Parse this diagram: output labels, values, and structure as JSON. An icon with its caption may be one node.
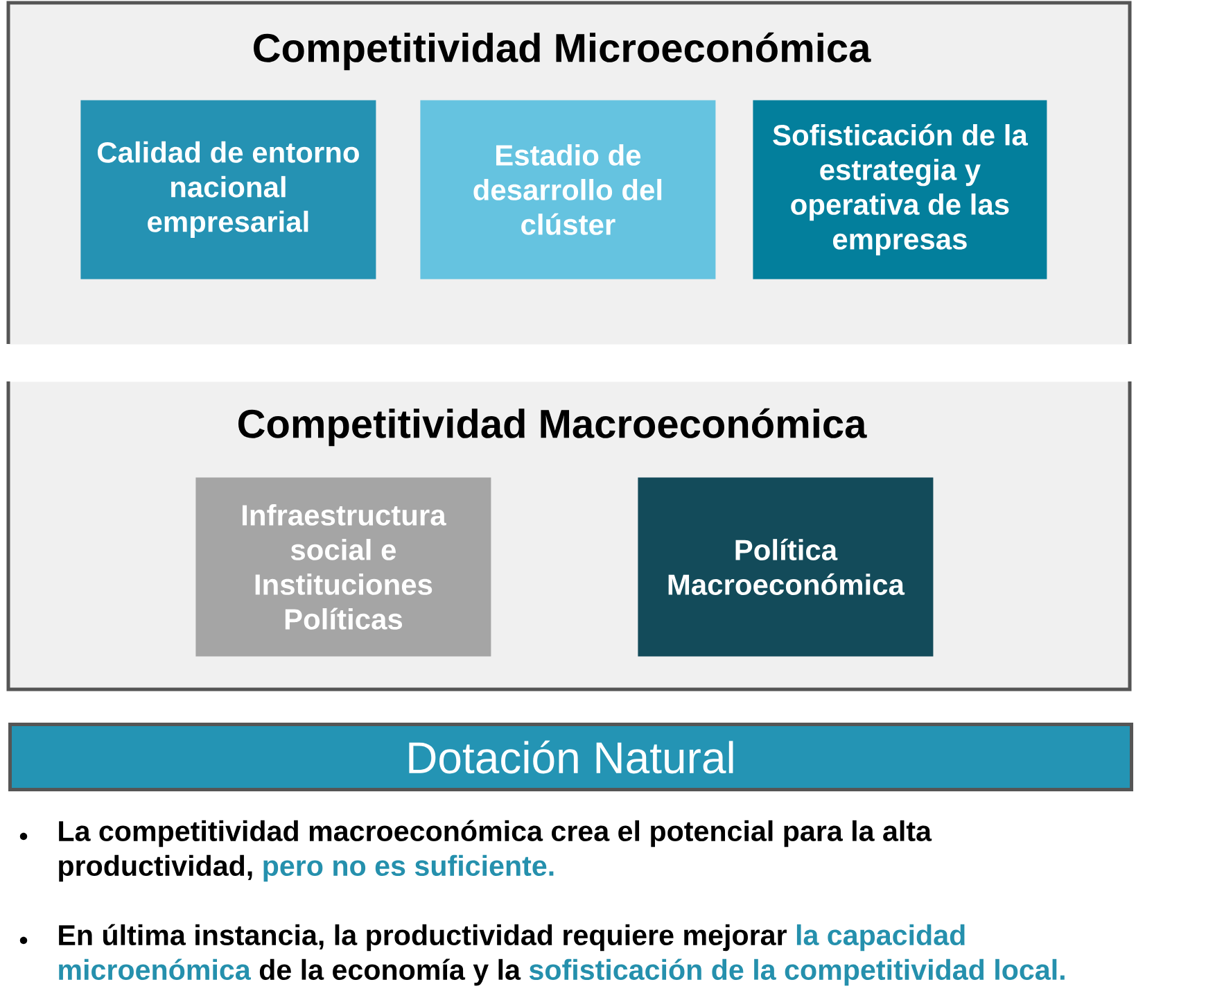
{
  "diagram": {
    "nodes": [
      {
        "text": [
          "Competitividad Microeconómica"
        ]
      },
      {
        "text": [
          "Calidad de entorno nacional empresarial"
        ],
        "in": 0
      },
      {
        "text": [
          "Estadio de desarrollo del clúster"
        ],
        "in": 0
      },
      {
        "text": [
          "Sofisticación de la estrategia y operativa de las empresas"
        ],
        "in": 0
      },
      {
        "text": [
          "Competitividad Macroeconómica"
        ]
      },
      {
        "text": [
          "Infraestructura social e Instituciones Políticas"
        ],
        "in": 4
      },
      {
        "text": [
          "Política Macroeconómica"
        ],
        "in": 4
      },
      {
        "text": [
          "Dotación Natural"
        ]
      }
    ],
    "labels": [
      "La competitividad macroeconómica crea el potencial para la alta productividad,",
      "pero no es suficiente.",
      "En última instancia, la productividad requiere mejorar",
      "la capacidad microenómica",
      "de la economía y la",
      "sofisticación de la competitividad local."
    ]
  }
}
